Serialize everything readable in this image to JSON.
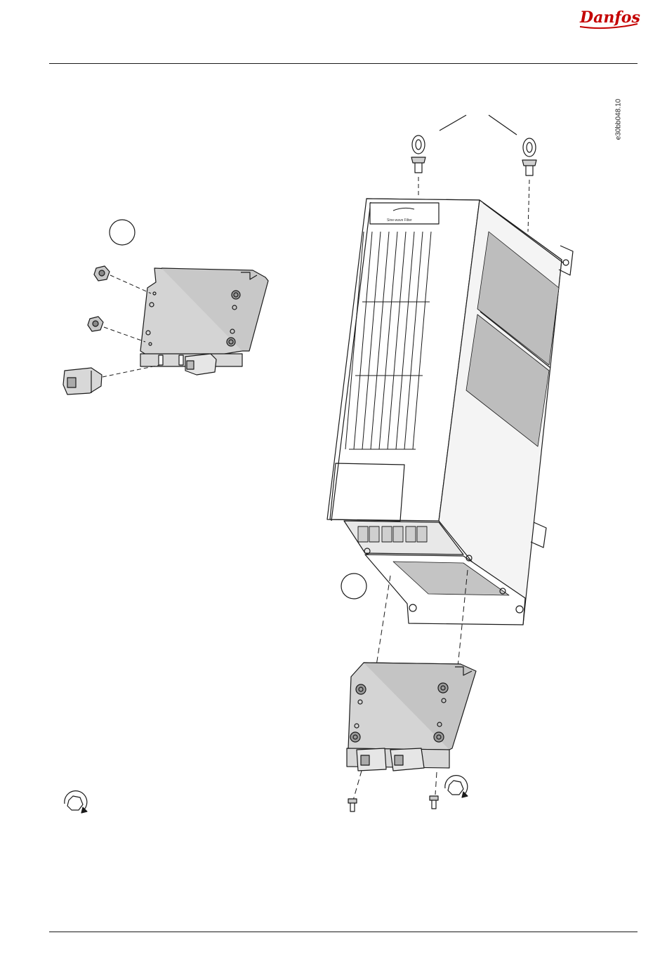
{
  "header": {
    "brand": "Danfoss"
  },
  "figure": {
    "code": "e30bb048.10",
    "nameplate_text": "Sine-wave Filter",
    "callouts": [
      "",
      ""
    ]
  },
  "colors": {
    "brand_red": "#c40000",
    "plate_gray": "#d4d4d4",
    "line": "#1a1a1a"
  },
  "icons": [
    "danfoss-logo",
    "eye-bolt-icon",
    "nut-icon",
    "screw-icon",
    "rotate-clockwise-icon",
    "cable-clamp-icon"
  ]
}
